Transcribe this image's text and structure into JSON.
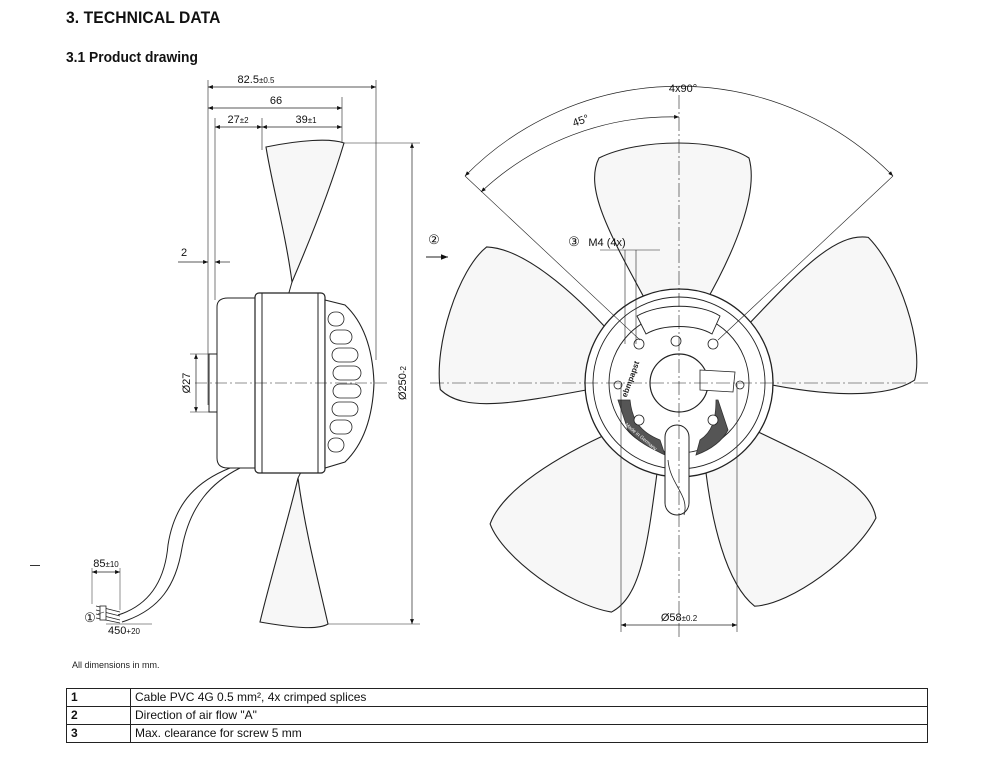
{
  "section_title": "3. TECHNICAL DATA",
  "subsection_title": "3.1 Product drawing",
  "dimensions": {
    "overall_length": {
      "main": "82.5",
      "tol": "±0.5"
    },
    "length_66": {
      "main": "66"
    },
    "length_27": {
      "main": "27",
      "tol": "±2"
    },
    "length_39": {
      "main": "39",
      "tol": "±1"
    },
    "gap_2": {
      "main": "2"
    },
    "dia_27": {
      "main": "Ø27"
    },
    "dia_250": {
      "main": "Ø250",
      "tol": "-2"
    },
    "cable_85": {
      "main": "85",
      "tol": "±10"
    },
    "cable_450": {
      "main": "450",
      "tol": "+20"
    },
    "angle_4x90": {
      "main": "4x90°"
    },
    "angle_45": {
      "main": "45°"
    },
    "screw": {
      "main": "M4 (4x)"
    },
    "dia_58": {
      "main": "Ø58",
      "tol": "±0.2"
    }
  },
  "callouts": {
    "c1": "①",
    "c2": "②",
    "c3": "③"
  },
  "hub_text": {
    "brand": "ebmpapst",
    "made_in": "Made in Germany"
  },
  "note": "All dimensions in mm.",
  "legend": [
    {
      "num": "1",
      "text": "Cable PVC 4G 0.5 mm², 4x crimped splices"
    },
    {
      "num": "2",
      "text": "Direction of air flow \"A\""
    },
    {
      "num": "3",
      "text": "Max. clearance for screw 5 mm"
    }
  ]
}
